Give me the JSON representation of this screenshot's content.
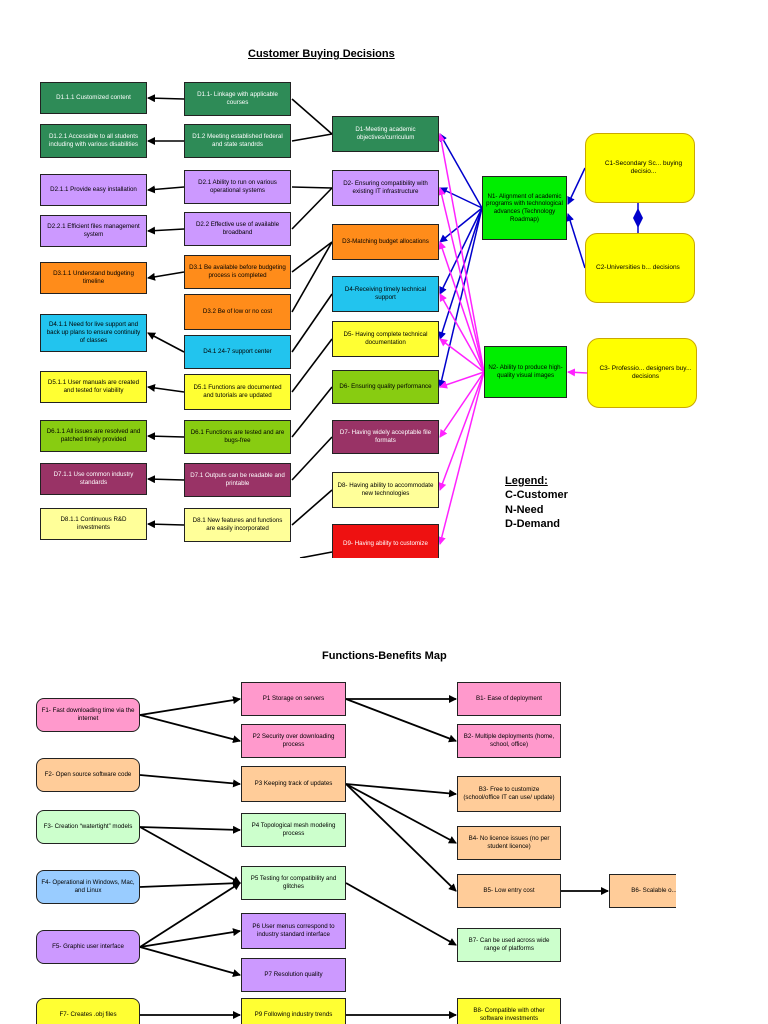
{
  "diagram1": {
    "title": "Customer Buying Decisions",
    "legend": {
      "title": "Legend:",
      "items": [
        "C-Customer",
        "N-Need",
        "D-Demand"
      ]
    },
    "col1": [
      {
        "id": "d111",
        "text": "D1.1.1 Customized content",
        "color": "#2e8b57"
      },
      {
        "id": "d121",
        "text": "D1.2.1 Accessible to all students including with various disabilities",
        "color": "#2e8b57"
      },
      {
        "id": "d211",
        "text": "D2.1.1 Provide easy installation",
        "color": "#cc99ff"
      },
      {
        "id": "d221",
        "text": "D2.2.1 Efficient files management system",
        "color": "#cc99ff"
      },
      {
        "id": "d311",
        "text": "D3.1.1 Understand budgeting timeline",
        "color": "#ff8c1a"
      },
      {
        "id": "d411",
        "text": "D4.1.1 Need for live support and back up plans to ensure continuity of classes",
        "color": "#22c4ee"
      },
      {
        "id": "d511",
        "text": "D5.1.1 User manuals are created and tested for viability",
        "color": "#ffff33"
      },
      {
        "id": "d611",
        "text": "D6.1.1 All issues are resolved and patched timely provided",
        "color": "#88cc11"
      },
      {
        "id": "d711",
        "text": "D7.1.1 Use common industry standards",
        "color": "#993366"
      },
      {
        "id": "d811",
        "text": "D8.1.1 Continuous R&D investments",
        "color": "#ffff99"
      }
    ],
    "col2": [
      {
        "id": "d11",
        "text": "D1.1- Linkage with applicable courses",
        "color": "#2e8b57"
      },
      {
        "id": "d12",
        "text": "D1.2 Meeting established federal and state standrds",
        "color": "#2e8b57"
      },
      {
        "id": "d21",
        "text": "D2.1 Ability to run on various operational systems",
        "color": "#cc99ff"
      },
      {
        "id": "d22",
        "text": "D2.2 Effective use of available broadband",
        "color": "#cc99ff"
      },
      {
        "id": "d31",
        "text": "D3.1 Be available before budgeting process is completed",
        "color": "#ff8c1a"
      },
      {
        "id": "d32",
        "text": "D3.2 Be of low or no cost",
        "color": "#ff8c1a"
      },
      {
        "id": "d41",
        "text": "D4.1 24-7 support center",
        "color": "#22c4ee"
      },
      {
        "id": "d51",
        "text": "D5.1 Functions are documented and tutorials are updated",
        "color": "#ffff33"
      },
      {
        "id": "d61",
        "text": "D6.1 Functions are tested and are bugs-free",
        "color": "#88cc11"
      },
      {
        "id": "d71",
        "text": "D7.1 Outputs can be readable and printable",
        "color": "#993366"
      },
      {
        "id": "d81",
        "text": "D8.1 New features and functions are easily incorporated",
        "color": "#ffff99"
      }
    ],
    "col3": [
      {
        "id": "d1",
        "text": "D1-Meeting academic objectives/curriculum",
        "color": "#2e8b57"
      },
      {
        "id": "d2",
        "text": "D2- Ensuring compatibility with existing IT infrastructure",
        "color": "#cc99ff"
      },
      {
        "id": "d3",
        "text": "D3-Matching budget allocations",
        "color": "#ff8c1a"
      },
      {
        "id": "d4",
        "text": "D4-Receiving timely technical support",
        "color": "#22c4ee"
      },
      {
        "id": "d5",
        "text": "D5- Having complete technical documentation",
        "color": "#ffff33"
      },
      {
        "id": "d6",
        "text": "D6- Ensuring quality performance",
        "color": "#88cc11"
      },
      {
        "id": "d7",
        "text": "D7- Having widely acceptable file formats",
        "color": "#993366"
      },
      {
        "id": "d8",
        "text": "D8- Having ability to accommodate new technologies",
        "color": "#ffff99"
      },
      {
        "id": "d9",
        "text": "D9- Having ability to customize",
        "color": "#ee1111"
      }
    ],
    "needs": [
      {
        "id": "n1",
        "text": "N1- Alignment of academic programs with technological advances (Technology Roadmap)",
        "color": "#00ee00"
      },
      {
        "id": "n2",
        "text": "N2- Ability to produce high-quality visual images",
        "color": "#00ee00"
      }
    ],
    "customers": [
      {
        "id": "c1",
        "text": "C1-Secondary Sc... buying decisio...",
        "color": "#ffff00"
      },
      {
        "id": "c2",
        "text": "C2-Universities b... decisions",
        "color": "#ffff00"
      },
      {
        "id": "c3",
        "text": "C3- Professio... designers buy... decisions",
        "color": "#ffff00"
      }
    ],
    "colors": {
      "blue_link": "#0000cc",
      "magenta_link": "#ff22ff",
      "black_link": "#000000"
    }
  },
  "diagram2": {
    "title": "Functions-Benefits  Map",
    "functions": [
      {
        "id": "f1",
        "text": "F1- Fast downloading time via the internet",
        "color": "#ff99cc"
      },
      {
        "id": "f2",
        "text": "F2- Open source software code",
        "color": "#ffcc99"
      },
      {
        "id": "f3",
        "text": "F3- Creation “watertight” models",
        "color": "#ccffcc"
      },
      {
        "id": "f4",
        "text": "F4- Operational in Windows, Mac, and Linux",
        "color": "#99ccff"
      },
      {
        "id": "f5",
        "text": "F5- Graphic user interface",
        "color": "#cc99ff"
      },
      {
        "id": "f7",
        "text": "F7- Creates .obj files",
        "color": "#ffff33"
      }
    ],
    "processes": [
      {
        "id": "p1",
        "text": "P1 Storage on servers",
        "color": "#ff99cc"
      },
      {
        "id": "p2",
        "text": "P2 Security over downloading process",
        "color": "#ff99cc"
      },
      {
        "id": "p3",
        "text": "P3 Keeping track of updates",
        "color": "#ffcc99"
      },
      {
        "id": "p4",
        "text": "P4 Topological mesh modeling process",
        "color": "#ccffcc"
      },
      {
        "id": "p5",
        "text": "P5 Testing for compatibility and glitches",
        "color": "#ccffcc"
      },
      {
        "id": "p6",
        "text": "P6 User menus correspond to industry standard interface",
        "color": "#cc99ff"
      },
      {
        "id": "p7",
        "text": "P7 Resolution quality",
        "color": "#cc99ff"
      },
      {
        "id": "p9",
        "text": "P9 Following industry trends",
        "color": "#ffff33"
      }
    ],
    "benefits": [
      {
        "id": "b1",
        "text": "B1- Ease of deployment",
        "color": "#ff99cc"
      },
      {
        "id": "b2",
        "text": "B2- Multiple deployments (home, school, office)",
        "color": "#ff99cc"
      },
      {
        "id": "b3",
        "text": "B3- Free to customize (school/office IT can use/ update)",
        "color": "#ffcc99"
      },
      {
        "id": "b4",
        "text": "B4- No licence issues (no per student licence)",
        "color": "#ffcc99"
      },
      {
        "id": "b5",
        "text": "B5- Low entry cost",
        "color": "#ffcc99"
      },
      {
        "id": "b6",
        "text": "B6- Scalable o...",
        "color": "#ffcc99"
      },
      {
        "id": "b7",
        "text": "B7- Can be used across wide range of platforms",
        "color": "#ccffcc"
      },
      {
        "id": "b8",
        "text": "B8- Compatible with other software investments",
        "color": "#ffff33"
      }
    ]
  }
}
